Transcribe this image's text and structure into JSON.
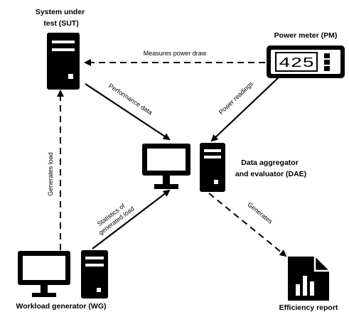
{
  "nodes": {
    "sut": {
      "title_line1": "System under",
      "title_line2": "test (SUT)"
    },
    "pm": {
      "title": "Power meter (PM)",
      "reading": "425"
    },
    "dae": {
      "title_line1": "Data aggregator",
      "title_line2": "and evaluator (DAE)"
    },
    "wg": {
      "title": "Workload generator (WG)"
    },
    "report": {
      "title": "Efficiency report"
    }
  },
  "edges": {
    "pm_to_sut": "Measures power draw",
    "sut_to_dae": "Performance data",
    "pm_to_dae": "Power readings",
    "wg_to_sut": "Generates load",
    "wg_to_dae_line1": "Statistics of",
    "wg_to_dae_line2": "generated load",
    "dae_to_report": "Generates"
  },
  "colors": {
    "stroke": "#000000",
    "background": "#ffffff"
  }
}
